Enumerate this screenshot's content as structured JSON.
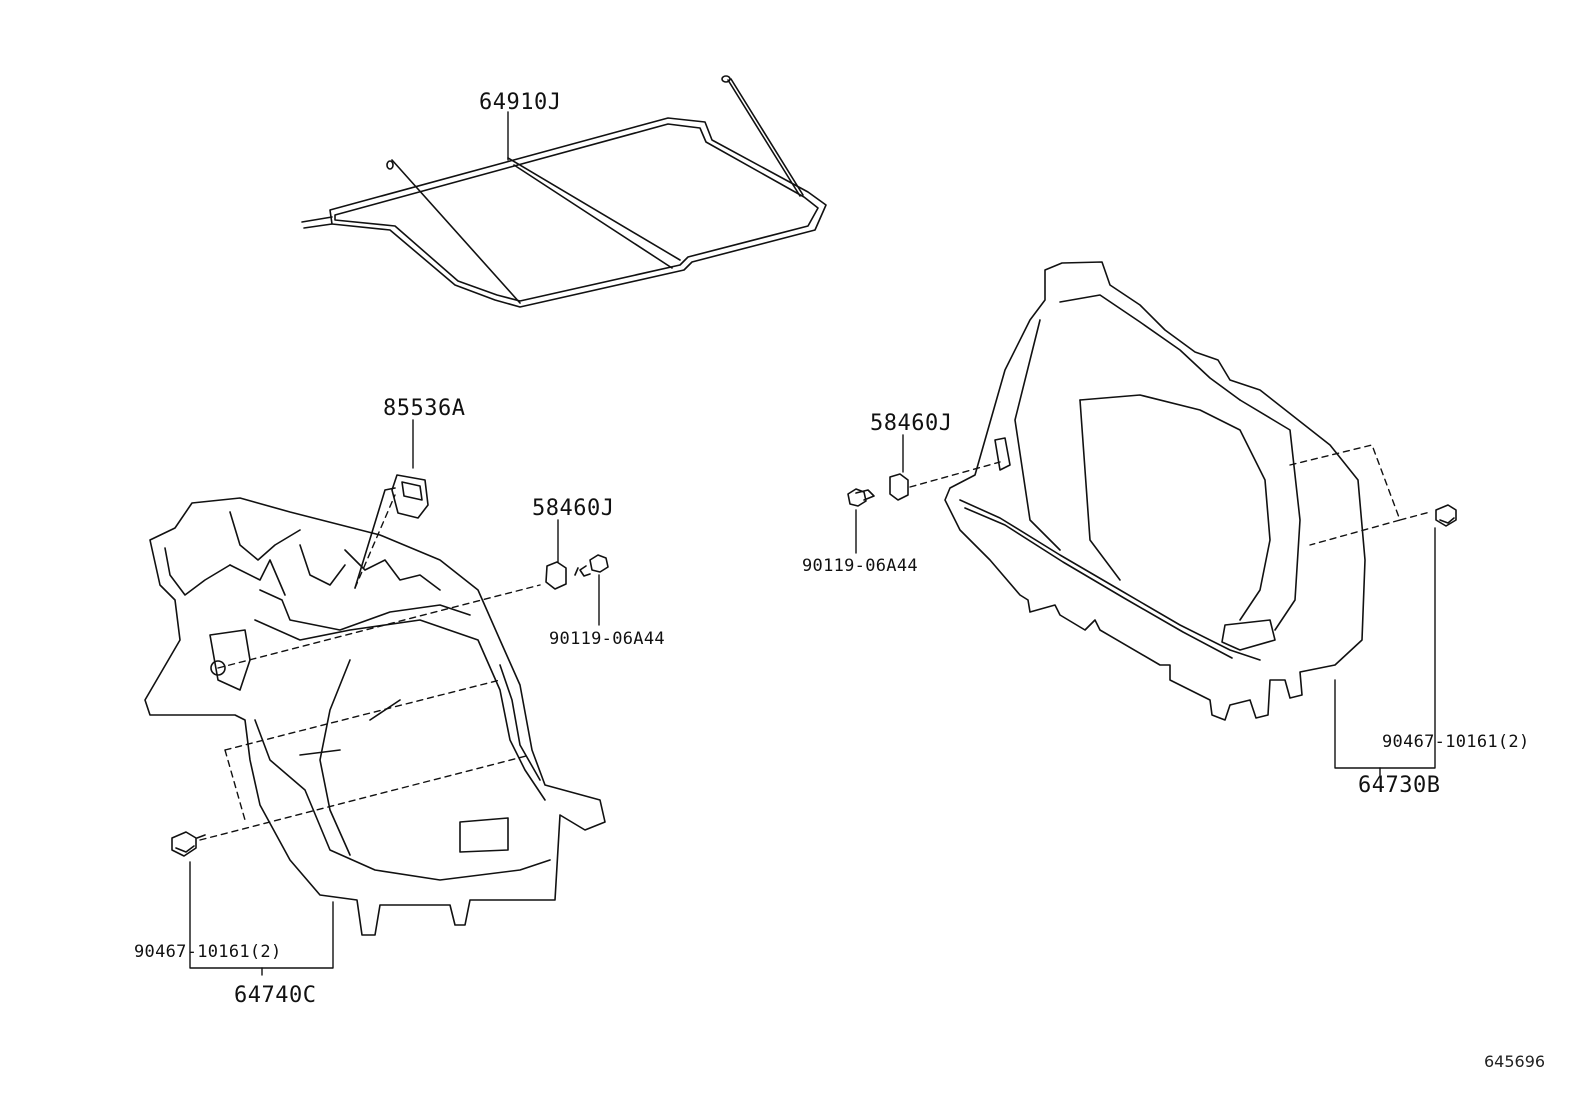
{
  "diagram_id": "645696",
  "parts": {
    "package_tray_cover": "64910J",
    "cover_hook": "85536A",
    "clip_left": "58460J",
    "screw_left": "90119-06A44",
    "clip_right": "58460J",
    "screw_right": "90119-06A44",
    "fastener_left": "90467-10161(2)",
    "trim_left": "64740C",
    "fastener_right": "90467-10161(2)",
    "trim_right": "64730B"
  }
}
